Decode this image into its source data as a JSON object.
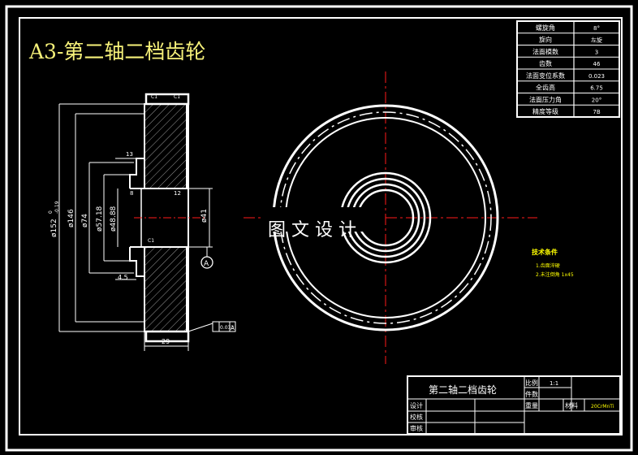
{
  "title": "A3-第二轴二档齿轮",
  "watermark": "图 文 设 计",
  "params_table": {
    "rows": [
      {
        "label": "螺旋角",
        "value": "8°"
      },
      {
        "label": "旋向",
        "value": "左旋"
      },
      {
        "label": "法面模数",
        "value": "3"
      },
      {
        "label": "齿数",
        "value": "46"
      },
      {
        "label": "法面变位系数",
        "value": "0.023"
      },
      {
        "label": "全齿高",
        "value": "6.75"
      },
      {
        "label": "法面压力角",
        "value": "20°"
      },
      {
        "label": "精度等级",
        "value": "7B"
      }
    ]
  },
  "dimensions": {
    "d_outer": "ø152",
    "d_outer_tol_upper": "0",
    "d_outer_tol_lower": "-0.19",
    "d_146": "ø146",
    "d_74": "ø74",
    "d_57": "ø57.18",
    "d_48": "ø48.88",
    "d_41": "ø41",
    "width_29": "29",
    "dim_13": "13",
    "dim_45": "4.5",
    "dim_8": "8",
    "dim_12": "12",
    "small_labels": [
      "C1",
      "C1",
      "C1"
    ],
    "datum": "A",
    "tolerance_value": "0.033",
    "tolerance_ref": "A"
  },
  "notes": {
    "heading": "技术条件",
    "lines": [
      "1.齿面淬硬",
      "2.未注倒角 1x45"
    ]
  },
  "title_block": {
    "name": "第二轴二档齿轮",
    "scale_label": "比例",
    "scale_value": "1:1",
    "count_label": "件数",
    "weight_label": "重量",
    "material_label": "材料",
    "material_value": "20CrMnTi",
    "design_label": "设计",
    "check_label": "校核",
    "review_label": "审核"
  },
  "colors": {
    "background": "#000000",
    "line": "#ffffff",
    "title": "#f7f27a",
    "center": "#ff1a1a",
    "notes": "#ffff00",
    "hatch": "#b0b0b0"
  }
}
